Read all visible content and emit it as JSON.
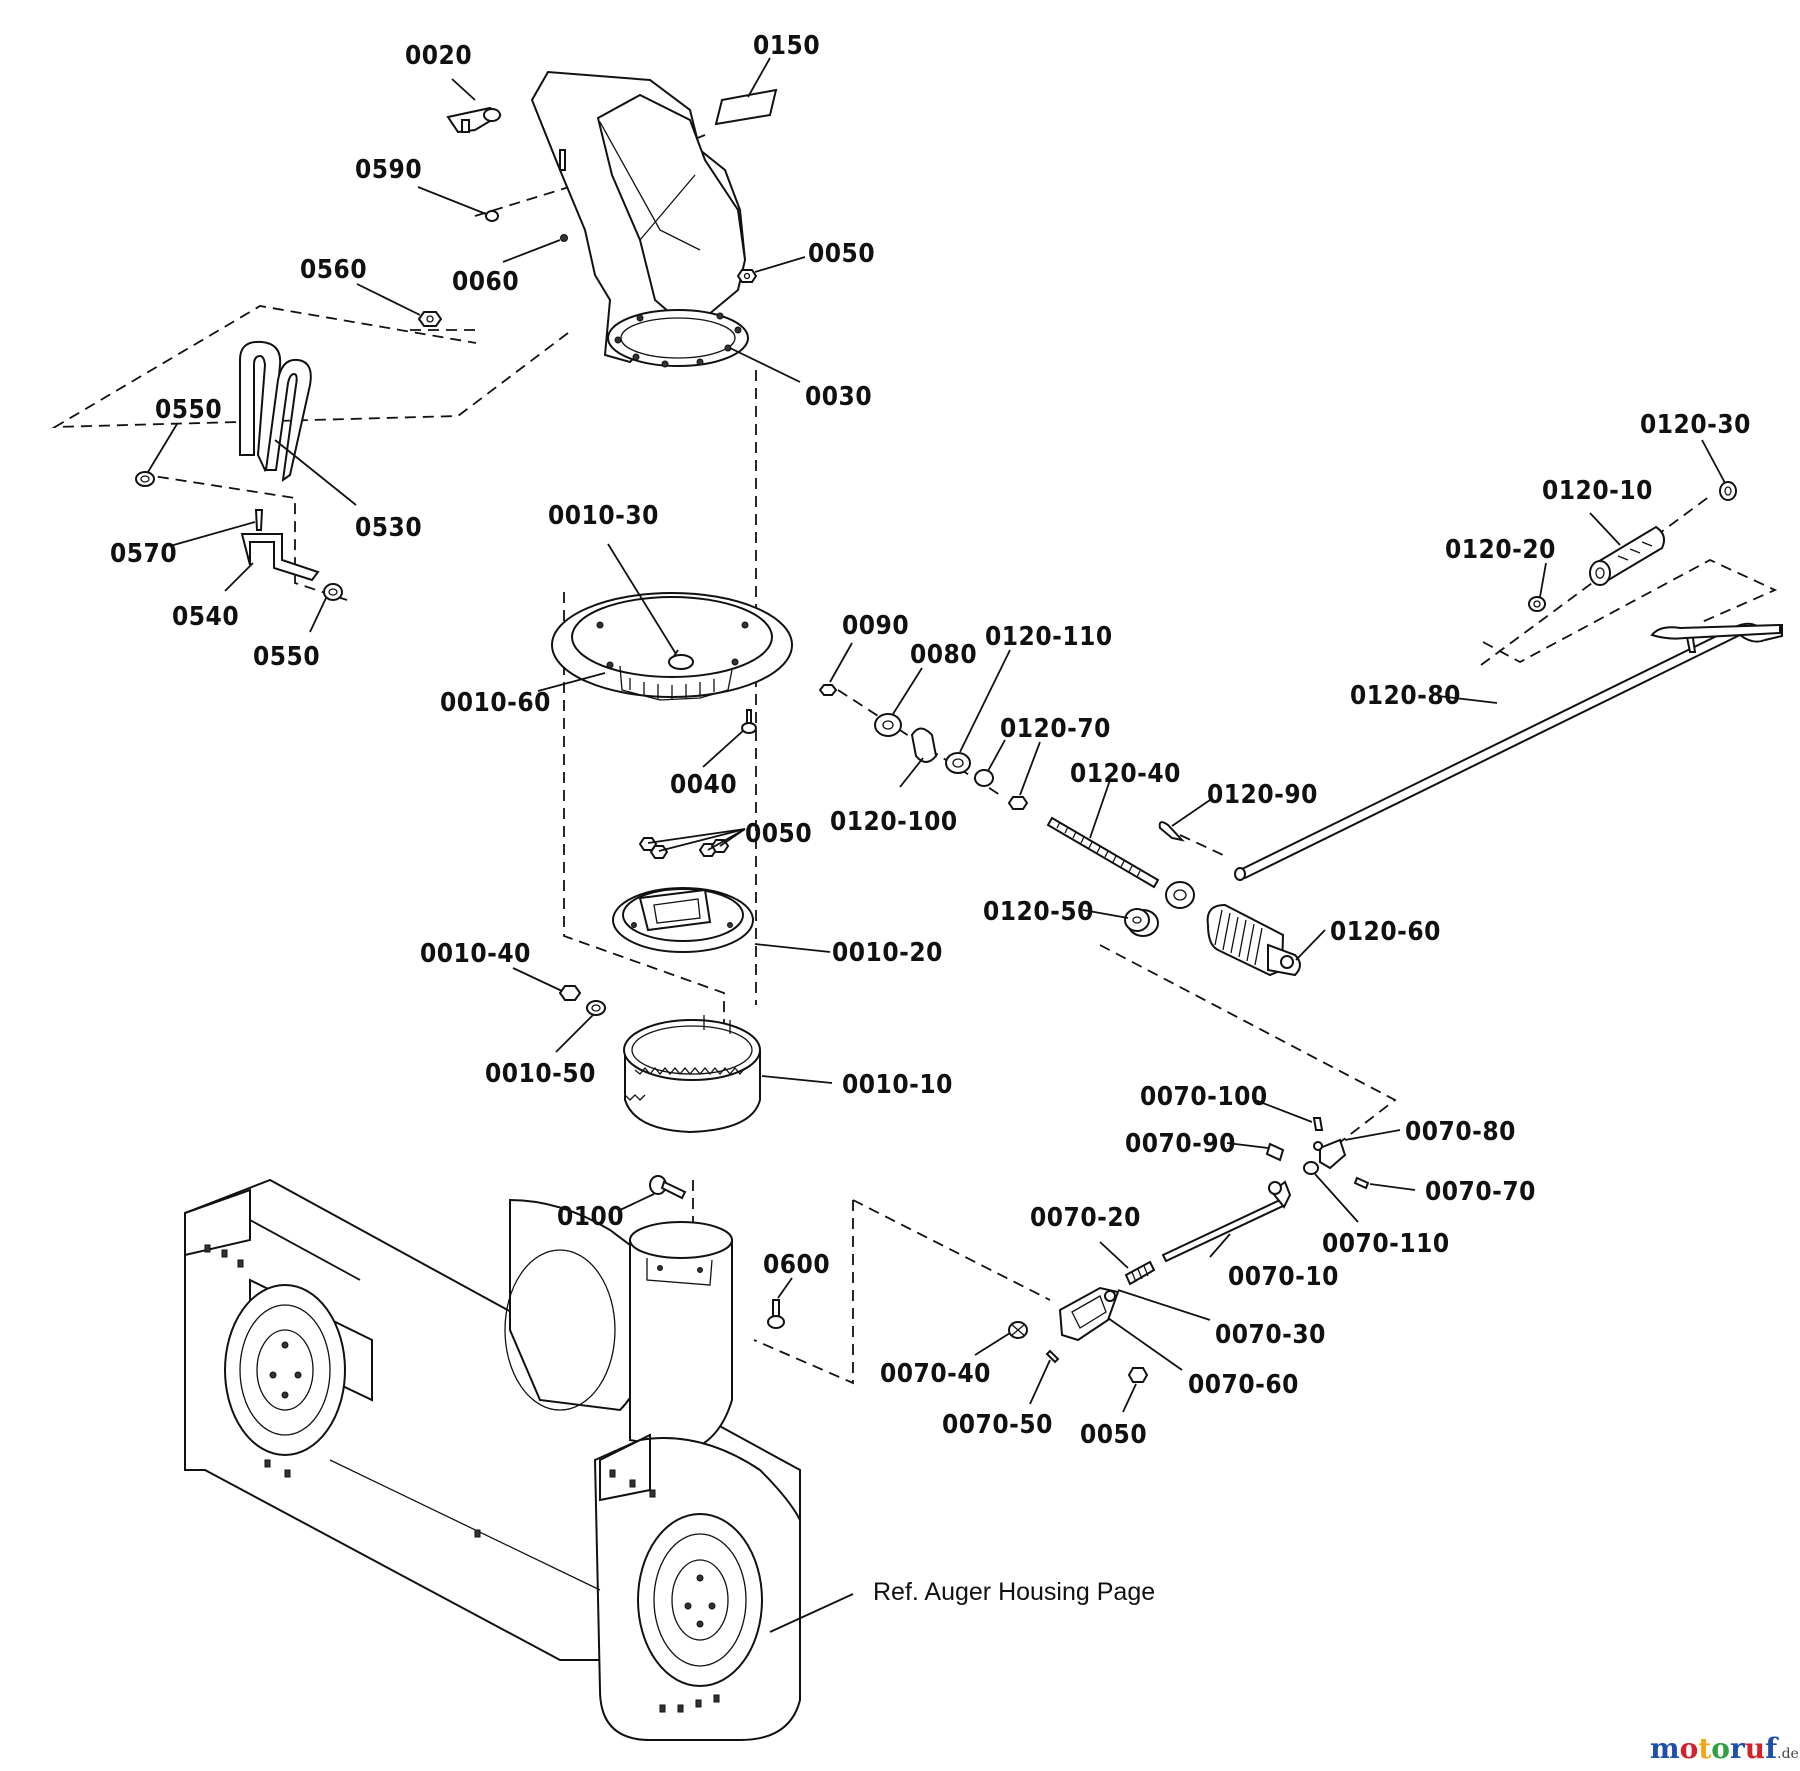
{
  "diagram": {
    "labels": {
      "p0020": "0020",
      "p0150": "0150",
      "p0590": "0590",
      "p0060": "0060",
      "p0050_top": "0050",
      "p0560": "0560",
      "p0030": "0030",
      "p0550_a": "0550",
      "p0530": "0530",
      "p0570": "0570",
      "p0540": "0540",
      "p0550_b": "0550",
      "p0010_30": "0010-30",
      "p0010_60": "0010-60",
      "p0040": "0040",
      "p0050_mid": "0050",
      "p0010_20": "0010-20",
      "p0010_40": "0010-40",
      "p0010_50": "0010-50",
      "p0010_10": "0010-10",
      "p0100": "0100",
      "p0600": "0600",
      "p0090": "0090",
      "p0080": "0080",
      "p0120_110": "0120-110",
      "p0120_70": "0120-70",
      "p0120_100": "0120-100",
      "p0120_40": "0120-40",
      "p0120_90": "0120-90",
      "p0120_50": "0120-50",
      "p0120_60": "0120-60",
      "p0120_80": "0120-80",
      "p0120_20": "0120-20",
      "p0120_10": "0120-10",
      "p0120_30": "0120-30",
      "p0070_100": "0070-100",
      "p0070_80": "0070-80",
      "p0070_90": "0070-90",
      "p0070_70": "0070-70",
      "p0070_110": "0070-110",
      "p0070_20": "0070-20",
      "p0070_10": "0070-10",
      "p0070_30": "0070-30",
      "p0070_40": "0070-40",
      "p0070_60": "0070-60",
      "p0070_50": "0070-50",
      "p0050_bot": "0050"
    },
    "reference_note": "Ref. Auger Housing Page",
    "watermark": {
      "brand": "motoruf",
      "tld": ".de",
      "colors": [
        "#1f4fa8",
        "#d2232a",
        "#f2a516",
        "#2f9e44",
        "#1f4fa8",
        "#d2232a",
        "#1f4fa8"
      ]
    }
  }
}
